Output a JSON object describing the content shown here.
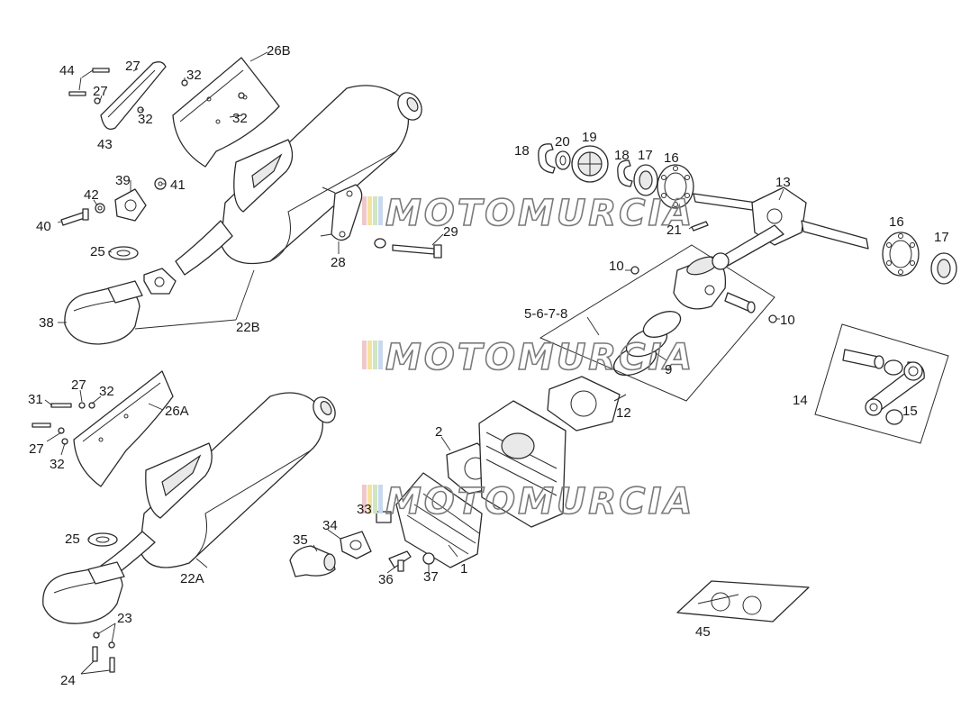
{
  "watermark": {
    "text": "MOTOMURCIA",
    "stripe_colors": [
      "#f0c8c8",
      "#f3e2a0",
      "#cfe6c0",
      "#c8d8ee"
    ]
  },
  "labels": {
    "l44": "44",
    "l27a": "27",
    "l27b": "27",
    "l43": "43",
    "l32a": "32",
    "l32b": "32",
    "l32c": "32",
    "l26b": "26B",
    "l39": "39",
    "l41": "41",
    "l42": "42",
    "l40": "40",
    "l25a": "25",
    "l29": "29",
    "l28": "28",
    "l38": "38",
    "l22b": "22B",
    "l18a": "18",
    "l20": "20",
    "l19": "19",
    "l18b": "18",
    "l17a": "17",
    "l16a": "16",
    "l13": "13",
    "l21": "21",
    "l16b": "16",
    "l17b": "17",
    "l10a": "10",
    "l5678": "5-6-7-8",
    "l10b": "10",
    "l9": "9",
    "l12": "12",
    "l14": "14",
    "l15": "15",
    "l2": "2",
    "l31": "31",
    "l27c": "27",
    "l32d": "32",
    "l26a": "26A",
    "l27d": "27",
    "l32e": "32",
    "l25b": "25",
    "l22a": "22A",
    "l23": "23",
    "l24": "24",
    "l33": "33",
    "l34": "34",
    "l35": "35",
    "l36": "36",
    "l37": "37",
    "l1": "1",
    "l45": "45"
  }
}
